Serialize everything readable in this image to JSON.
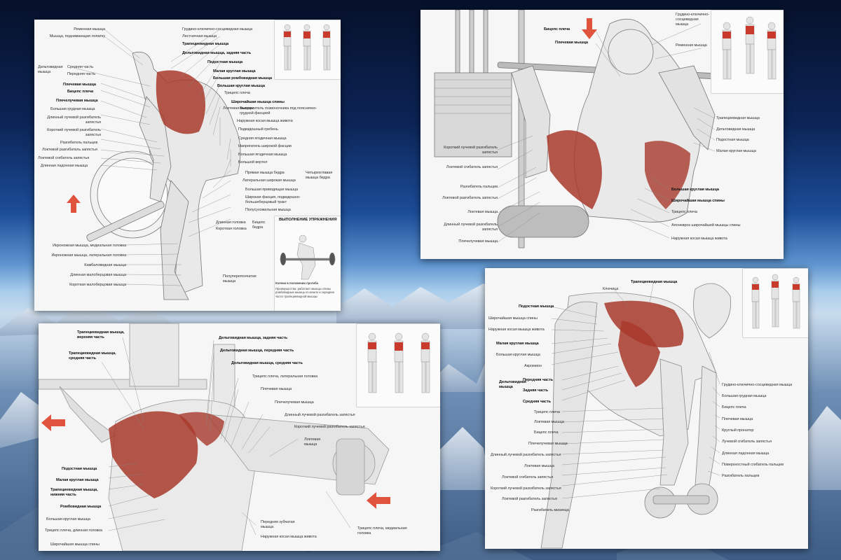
{
  "colors": {
    "sky_top": "#07142e",
    "sky_mid": "#1d4f9a",
    "horizon": "#9cc6ea",
    "mountain": "#dfe7ef",
    "panel_bg": "#f6f6f6",
    "muscle_red": "#a8392c",
    "arrow": "#e0533c",
    "line": "#666666"
  },
  "panel1": {
    "title": "Тяга штанги в наклоне",
    "left_labels": [
      {
        "t": "Ременная мышца",
        "b": false
      },
      {
        "t": "Мышца, поднимающая лопатку",
        "b": false
      },
      {
        "t": "Дельтовидная мышца",
        "b": false
      },
      {
        "t": "Средняя часть",
        "b": false
      },
      {
        "t": "Передняя часть",
        "b": false
      },
      {
        "t": "Плечевая мышца",
        "b": true
      },
      {
        "t": "Бицепс плеча",
        "b": true
      },
      {
        "t": "Плечелучевая мышца",
        "b": true
      },
      {
        "t": "Большая грудная мышца",
        "b": false
      },
      {
        "t": "Длинный лучевой разгибатель запястья",
        "b": false
      },
      {
        "t": "Короткий лучевой разгибатель запястья",
        "b": false
      },
      {
        "t": "Разгибатель пальцев",
        "b": false
      },
      {
        "t": "Локтевой разгибатель запястья",
        "b": false
      },
      {
        "t": "Локтевой сгибатель запястья",
        "b": false
      },
      {
        "t": "Длинная ладонная мышца",
        "b": false
      }
    ],
    "right_labels": [
      {
        "t": "Грудино-ключично-сосцевидная мышца",
        "b": false
      },
      {
        "t": "Лестничная мышца",
        "b": false
      },
      {
        "t": "Трапециевидная мышца",
        "b": true
      },
      {
        "t": "Дельтовидная мышца, задняя часть",
        "b": true
      },
      {
        "t": "Подостная мышца",
        "b": true
      },
      {
        "t": "Малая круглая мышца",
        "b": true
      },
      {
        "t": "Большая ромбовидная мышца",
        "b": true
      },
      {
        "t": "Большая круглая мышца",
        "b": true
      },
      {
        "t": "Трицепс плеча",
        "b": false
      },
      {
        "t": "Широчайшая мышца спины",
        "b": true
      },
      {
        "t": "Локтевая мышца",
        "b": false
      },
      {
        "t": "Выпрямитель позвоночника под пояснично-грудной фасцией",
        "b": false
      },
      {
        "t": "Наружная косая мышца живота",
        "b": false
      },
      {
        "t": "Подвздошный гребень",
        "b": false
      },
      {
        "t": "Средняя ягодичная мышца",
        "b": false
      },
      {
        "t": "Напрягатель широкой фасции",
        "b": false
      },
      {
        "t": "Большая ягодичная мышца",
        "b": false
      },
      {
        "t": "Большой вертел",
        "b": false
      },
      {
        "t": "Прямая мышца бедра",
        "b": false
      },
      {
        "t": "Латеральная широкая мышца",
        "b": false
      },
      {
        "t": "Большая приводящая мышца",
        "b": false
      },
      {
        "t": "Широкая фасция, подвздошно-большеберцовый тракт",
        "b": false
      },
      {
        "t": "Полусухожильная мышца",
        "b": false
      }
    ],
    "quad_label": "Четырехглавая мышца бедра",
    "biceps_femoris": "Бицепс бедра",
    "long_head": "Длинная головка",
    "short_head": "Короткая головка",
    "bottom_labels": [
      {
        "t": "Икроножная мышца, медиальная головка",
        "b": false
      },
      {
        "t": "Икроножная мышца, латеральная головка",
        "b": false
      },
      {
        "t": "Камбаловидная мышца",
        "b": false
      },
      {
        "t": "Длинная малоберцовая мышца",
        "b": false
      },
      {
        "t": "Короткая малоберцовая мышца",
        "b": false
      }
    ],
    "semimem": "Полуперепончатая мышца",
    "exec_title": "ВЫПОЛНЕНИЕ УПРАЖНЕНИЯ",
    "exec_sub": "Колени в положении прогиба",
    "exec_desc": "Преимущества: работают мышцы спины ромбовидные мышцы в начале и середине части трапециевидной мышцы"
  },
  "panel2": {
    "title": "Тяга верхнего блока за голову",
    "top_labels": [
      {
        "t": "Бицепс плеча",
        "b": true
      },
      {
        "t": "Плечевая мышца",
        "b": true
      }
    ],
    "top_right": [
      {
        "t": "Грудино-ключично-сосцевидная мышца",
        "b": false
      },
      {
        "t": "Ременная мышца",
        "b": false
      }
    ],
    "left_labels": [
      {
        "t": "Короткий лучевой разгибатель запястья",
        "b": false
      },
      {
        "t": "Локтевой сгибатель запястья",
        "b": false
      },
      {
        "t": "Разгибатель пальцев",
        "b": false
      },
      {
        "t": "Локтевой разгибатель запястья",
        "b": false
      },
      {
        "t": "Локтевая мышца",
        "b": false
      },
      {
        "t": "Длинный лучевой разгибатель запястья",
        "b": false
      },
      {
        "t": "Плечелучевая мышца",
        "b": false
      }
    ],
    "right_labels": [
      {
        "t": "Трапециевидная мышца",
        "b": false
      },
      {
        "t": "Дельтовидная мышца",
        "b": false
      },
      {
        "t": "Подостная мышца",
        "b": false
      },
      {
        "t": "Малая круглая мышца",
        "b": false
      },
      {
        "t": "Большая круглая мышца",
        "b": true
      },
      {
        "t": "Широчайшая мышца спины",
        "b": true
      },
      {
        "t": "Трицепс плеча",
        "b": false
      },
      {
        "t": "Апоневроз широчайшей мышцы спины",
        "b": false
      },
      {
        "t": "Наружная косая мышца живота",
        "b": false
      }
    ]
  },
  "panel3": {
    "title": "Разведение рук в тренажере",
    "top_labels": [
      {
        "t": "Трапециевидная мышца, верхняя часть",
        "b": true
      },
      {
        "t": "Трапециевидная мышца, средняя часть",
        "b": true
      }
    ],
    "right_labels": [
      {
        "t": "Дельтовидная мышца, задняя часть",
        "b": true
      },
      {
        "t": "Дельтовидная мышца, передняя часть",
        "b": true
      },
      {
        "t": "Дельтовидная мышца, средняя часть",
        "b": true
      },
      {
        "t": "Трицепс плеча, латеральная головка",
        "b": false
      },
      {
        "t": "Плечевая мышца",
        "b": false
      },
      {
        "t": "Плечелучевая мышца",
        "b": false
      },
      {
        "t": "Длинный лучевой разгибатель запястья",
        "b": false
      },
      {
        "t": "Короткий лучевой разгибатель запястья",
        "b": false
      },
      {
        "t": "Локтевая мышца",
        "b": false
      }
    ],
    "left_labels": [
      {
        "t": "Подостная мышца",
        "b": true
      },
      {
        "t": "Малая круглая мышца",
        "b": true
      },
      {
        "t": "Трапециевидная мышца, нижняя часть",
        "b": true
      },
      {
        "t": "Ромбовидная мышца",
        "b": true
      },
      {
        "t": "Большая круглая мышца",
        "b": false
      },
      {
        "t": "Трицепс плеча, длинная головка",
        "b": false
      },
      {
        "t": "Широчайшая мышца спины",
        "b": false
      }
    ],
    "bottom_labels": [
      {
        "t": "Передняя зубчатая мышца",
        "b": false
      },
      {
        "t": "Наружная косая мышца живота",
        "b": false
      },
      {
        "t": "Трицепс плеча, медиальная головка",
        "b": false
      }
    ]
  },
  "panel4": {
    "title": "Разведение гантелей в наклоне",
    "top_labels": [
      {
        "t": "Ключица",
        "b": false
      },
      {
        "t": "Трапециевидная мышца",
        "b": true
      }
    ],
    "left_labels": [
      {
        "t": "Подостная мышца",
        "b": true
      },
      {
        "t": "Широчайшая мышца спины",
        "b": false
      },
      {
        "t": "Наружная косая мышца живота",
        "b": false
      },
      {
        "t": "Малая круглая мышца",
        "b": true
      },
      {
        "t": "Большая круглая мышца",
        "b": false
      },
      {
        "t": "Акромион",
        "b": false
      }
    ],
    "deltoid": "Дельтовидная мышца",
    "deltoid_parts": [
      {
        "t": "Передняя часть",
        "b": true
      },
      {
        "t": "Задняя часть",
        "b": true
      },
      {
        "t": "Средняя часть",
        "b": true
      }
    ],
    "lower_left": [
      {
        "t": "Трицепс плеча",
        "b": false
      },
      {
        "t": "Локтевая мышца",
        "b": false
      },
      {
        "t": "Бицепс плеча",
        "b": false
      },
      {
        "t": "Плечелучевая мышца",
        "b": false
      },
      {
        "t": "Длинный лучевой разгибатель запястья",
        "b": false
      },
      {
        "t": "Локтевая мышца",
        "b": false
      },
      {
        "t": "Локтевой сгибатель запястья",
        "b": false
      },
      {
        "t": "Короткий лучевой разгибатель запястья",
        "b": false
      },
      {
        "t": "Локтевой разгибатель запястья",
        "b": false
      },
      {
        "t": "Разгибатель мизинца",
        "b": false
      }
    ],
    "right_labels": [
      {
        "t": "Грудино-ключично-сосцевидная мышца",
        "b": false
      },
      {
        "t": "Большая грудная мышца",
        "b": false
      },
      {
        "t": "Бицепс плеча",
        "b": false
      },
      {
        "t": "Плечевая мышца",
        "b": false
      },
      {
        "t": "Круглый пронатор",
        "b": false
      },
      {
        "t": "Лучевой сгибатель запястья",
        "b": false
      },
      {
        "t": "Длинная ладонная мышца",
        "b": false
      },
      {
        "t": "Поверхностный сгибатель пальцев",
        "b": false
      },
      {
        "t": "Разгибатель пальцев",
        "b": false
      }
    ]
  }
}
